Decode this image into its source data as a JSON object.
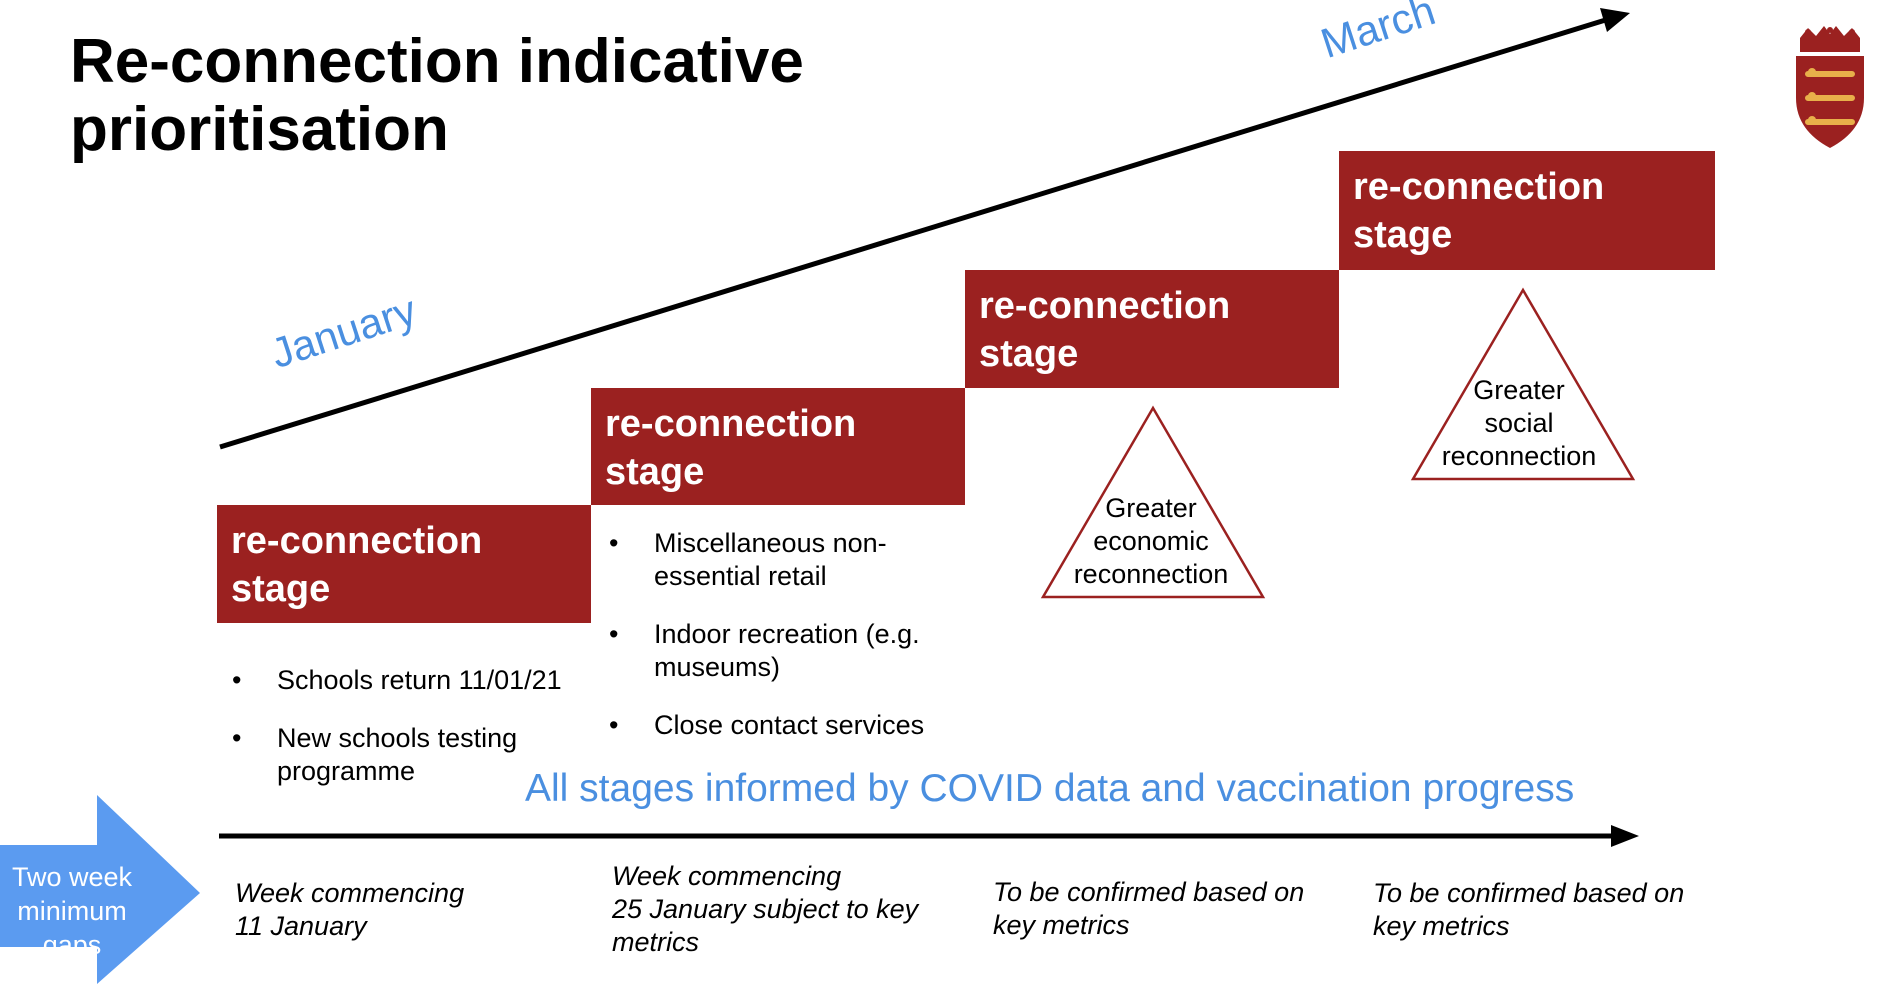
{
  "title": [
    "Re-connection indicative",
    "prioritisation"
  ],
  "timeline": {
    "start_label": "January",
    "end_label": "March"
  },
  "stages": [
    {
      "label": [
        "re-connection",
        "stage"
      ],
      "items": [
        "Schools return 11/01/21",
        "New schools testing programme"
      ],
      "timing": [
        "Week commencing",
        "11 January"
      ]
    },
    {
      "label": [
        "re-connection",
        "stage"
      ],
      "items": [
        "Miscellaneous non-essential retail",
        "Indoor recreation (e.g. museums)",
        "Close contact services"
      ],
      "timing": [
        "Week commencing",
        "25 January subject to key",
        "metrics"
      ]
    },
    {
      "label": [
        "re-connection",
        "stage"
      ],
      "triangle": [
        "Greater",
        "economic",
        "reconnection"
      ],
      "timing": [
        "To be confirmed based on",
        "key metrics"
      ]
    },
    {
      "label": [
        "re-connection",
        "stage"
      ],
      "triangle": [
        "Greater",
        "social",
        "reconnection"
      ],
      "timing": [
        "To be confirmed based on",
        "key metrics"
      ]
    }
  ],
  "banner": "All stages informed by COVID data and vaccination progress",
  "gap_arrow": [
    "Two week",
    "minimum",
    "gaps"
  ],
  "colors": {
    "stage_fill": "#9b2120",
    "accent_blue": "#4a8fe0",
    "arrow_fill": "#5b9bf0"
  },
  "logo": {
    "icon": "jersey-crest-icon"
  }
}
